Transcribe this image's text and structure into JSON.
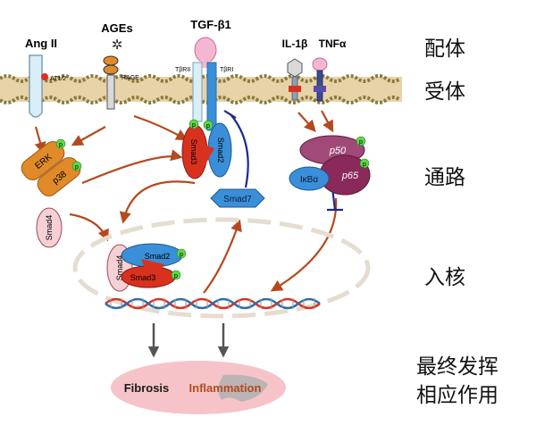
{
  "ligands": {
    "angii": "Ang II",
    "ages": "AGEs",
    "tgfb1": "TGF-β1",
    "il1b": "IL-1β",
    "tnfa": "TNFα"
  },
  "receptors": {
    "at12": "AT1/2",
    "rage": "RAGE",
    "tbrii": "TβRII",
    "tbri": "TβRI"
  },
  "molecules": {
    "erk": "ERK",
    "p38": "p38",
    "smad4": "Smad4",
    "smad3": "Smad3",
    "smad2": "Smad2",
    "smad7": "Smad7",
    "ikba": "IκBα",
    "p50": "p50",
    "p65": "p65",
    "phospho": "p"
  },
  "outcomes": {
    "fibrosis": "Fibrosis",
    "inflammation": "Inflammation"
  },
  "stage_labels": {
    "ligand": "配体",
    "receptor": "受体",
    "pathway": "通路",
    "nucleus": "入核",
    "effect_line1": "最终发挥",
    "effect_line2": "相应作用"
  },
  "colors": {
    "membrane": "#c9a86a",
    "arrow": "#b5491e",
    "inhibit": "#1b2a8a",
    "smad3": "#d8321f",
    "smad2": "#3a8fd8",
    "erk": "#e08a2a",
    "p65": "#8a2a5a",
    "phospho": "#5cd84a",
    "ikba": "#3a8fd8",
    "outcome": "#f2b8bc"
  }
}
